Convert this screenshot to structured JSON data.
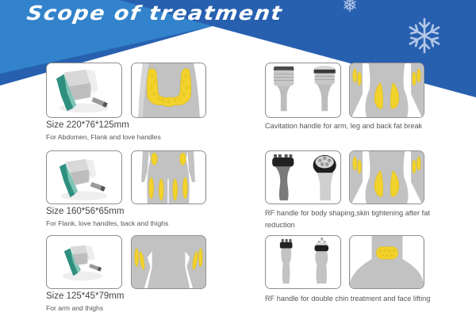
{
  "header": {
    "title": "Scope of treatment",
    "colors": {
      "light_blue": "#3283cb",
      "dark_blue": "#2860b0",
      "snowflake": "#b4c8e8"
    },
    "icons": [
      "snowflake-icon",
      "snowflake-icon"
    ]
  },
  "left_column": [
    {
      "handle_image": "cryolipolysis-large-handle",
      "body_image": "abdomen-flank-fat-zones",
      "size": "Size 220*76*125mm",
      "usage": "For Abdomen, Flank and love handles"
    },
    {
      "handle_image": "cryolipolysis-medium-handle",
      "body_image": "flank-back-thigh-fat-zones",
      "size": "Size 160*56*65mm",
      "usage": "For Flank, love handles, back and thighs"
    },
    {
      "handle_image": "cryolipolysis-small-handle",
      "body_image": "arm-thigh-fat-zones",
      "size": "Size 125*45*79mm",
      "usage": "For arm and thighs"
    }
  ],
  "right_column": [
    {
      "handle_image": "cavitation-handles",
      "body_image": "arm-leg-back-fat-zones",
      "caption": "Cavitation handle for arm, leg and back fat break"
    },
    {
      "handle_image": "rf-body-handles",
      "body_image": "body-shaping-fat-zones",
      "caption_line1": "RF handle for body shaping,skin tightening after fat",
      "caption_line2": "reduction"
    },
    {
      "handle_image": "rf-face-handles",
      "body_image": "chin-neck-zone",
      "caption": "RF handle for double chin treatment and face lifting"
    }
  ],
  "colors": {
    "fat_yellow": "#f2d22c",
    "silhouette_gray": "#bdbdbd",
    "card_border": "#8f8f8f",
    "handle_teal": "#2f8f7e"
  }
}
